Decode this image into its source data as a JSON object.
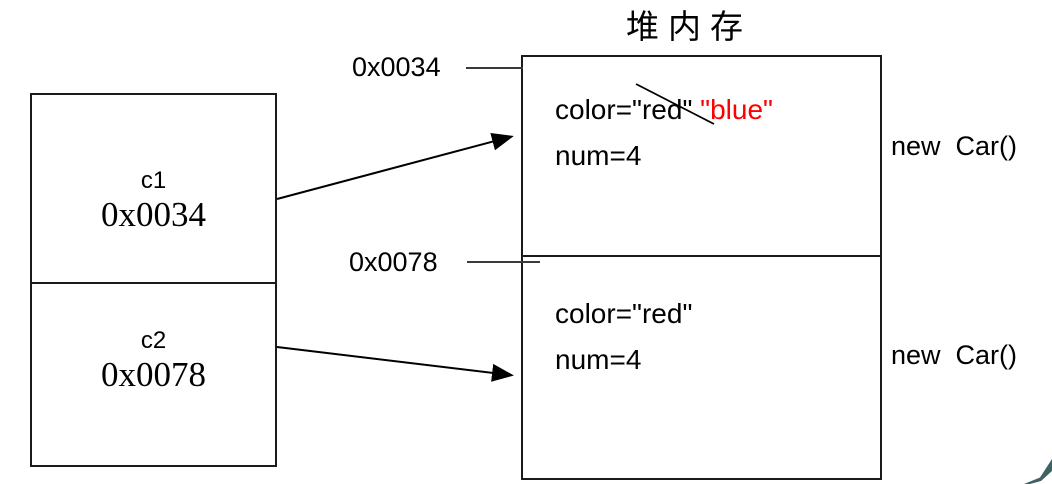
{
  "title": "堆内存",
  "stack_box": {
    "cells": [
      {
        "var": "c1",
        "address": "0x0034"
      },
      {
        "var": "c2",
        "address": "0x0078"
      }
    ]
  },
  "heap_box": {
    "cells": [
      {
        "pointer_label": "0x0034",
        "color_field": "color=\"red\"",
        "reassigned_value": "\"blue\"",
        "num_field": "num=4",
        "annotation": "new  Car()"
      },
      {
        "pointer_label": "0x0078",
        "color_field": "color=\"red\"",
        "num_field": "num=4",
        "annotation": "new  Car()"
      }
    ]
  },
  "colors": {
    "highlight_red": "#ff0000",
    "line_black": "#000000",
    "swoosh_teal": "#3d6363"
  }
}
